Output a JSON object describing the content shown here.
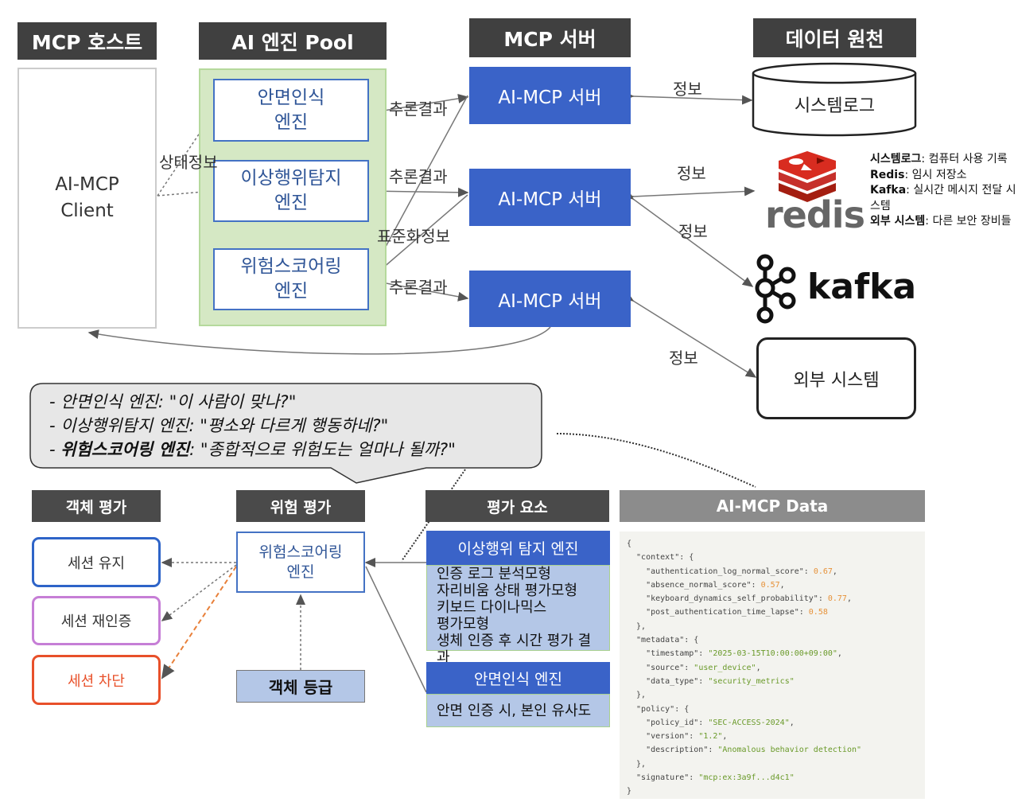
{
  "headers": {
    "host": "MCP 호스트",
    "pool": "AI 엔진 Pool",
    "server": "MCP 서버",
    "source": "데이터 원천"
  },
  "client": {
    "label_line1": "AI-MCP",
    "label_line2": "Client"
  },
  "engines": [
    {
      "line1": "안면인식",
      "line2": "엔진"
    },
    {
      "line1": "이상행위탐지",
      "line2": "엔진"
    },
    {
      "line1": "위험스코어링",
      "line2": "엔진"
    }
  ],
  "servers": [
    "AI-MCP 서버",
    "AI-MCP 서버",
    "AI-MCP 서버"
  ],
  "flow_labels": {
    "status": "상태정보",
    "inference1": "추론결과",
    "inference2": "추론결과",
    "inference3": "추론결과",
    "standardized": "표준화정보",
    "info1": "정보",
    "info2": "정보",
    "info3": "정보",
    "info4": "정보"
  },
  "sources": {
    "syslog": "시스템로그",
    "redis": "redis",
    "kafka": "kafka",
    "external": "외부 시스템"
  },
  "notes": [
    {
      "term": "시스템로그",
      "desc": ": 컴퓨터 사용 기록"
    },
    {
      "term": "Redis",
      "desc": ": 임시 저장소"
    },
    {
      "term": "Kafka",
      "desc": ": 실시간 메시지 전달 시스템"
    },
    {
      "term": "외부 시스템",
      "desc": ": 다른 보안 장비들"
    }
  ],
  "bubble": [
    {
      "prefix": "- ",
      "engine": "안면인식 엔진",
      "quote": ": \"이 사람이 맞나?\""
    },
    {
      "prefix": "- ",
      "engine": "이상행위탐지 엔진",
      "quote": ": \"평소와 다르게 행동하네?\""
    },
    {
      "prefix": "- ",
      "engine": "위험스코어링 엔진",
      "quote": ": \"종합적으로 위험도는 얼마나 될까?\""
    }
  ],
  "bottom_headers": {
    "object_eval": "객체 평가",
    "risk_eval": "위험 평가",
    "factors": "평가 요소",
    "data": "AI-MCP Data"
  },
  "sessions": [
    "세션 유지",
    "세션 재인증",
    "세션 차단"
  ],
  "risk_engine": {
    "line1": "위험스코어링",
    "line2": "엔진"
  },
  "object_grade": "객체 등급",
  "factors": [
    {
      "title": "이상행위 탐지 엔진",
      "items": [
        "인증 로그 분석모형",
        "자리비움 상태 평가모형",
        "키보드 다이나믹스",
        "평가모형",
        "생체 인증 후 시간 평가 결과"
      ]
    },
    {
      "title": "안면인식 엔진",
      "items": [
        "안면 인증 시, 본인 유사도"
      ]
    }
  ],
  "json_sample": {
    "authentication_log_normal_score": "0.67",
    "absence_normal_score": "0.57",
    "keyboard_dynamics_self_probability": "0.77",
    "post_authentication_time_lapse": "0.58",
    "timestamp": "\"2025-03-15T10:00:00+09:00\"",
    "source": "\"user_device\"",
    "data_type": "\"security_metrics\"",
    "policy_id": "\"SEC-ACCESS-2024\"",
    "version": "\"1.2\"",
    "description": "\"Anomalous behavior detection\"",
    "signature": "\"mcp:ex:3a9f...d4c1\""
  },
  "colors": {
    "header": "#404040",
    "server": "#3a63c8",
    "pool": "#d5e8c4",
    "keep": "#2e64c8",
    "reauth": "#c67ed6",
    "block": "#e8502a",
    "factor_body": "#b4c7e7"
  }
}
